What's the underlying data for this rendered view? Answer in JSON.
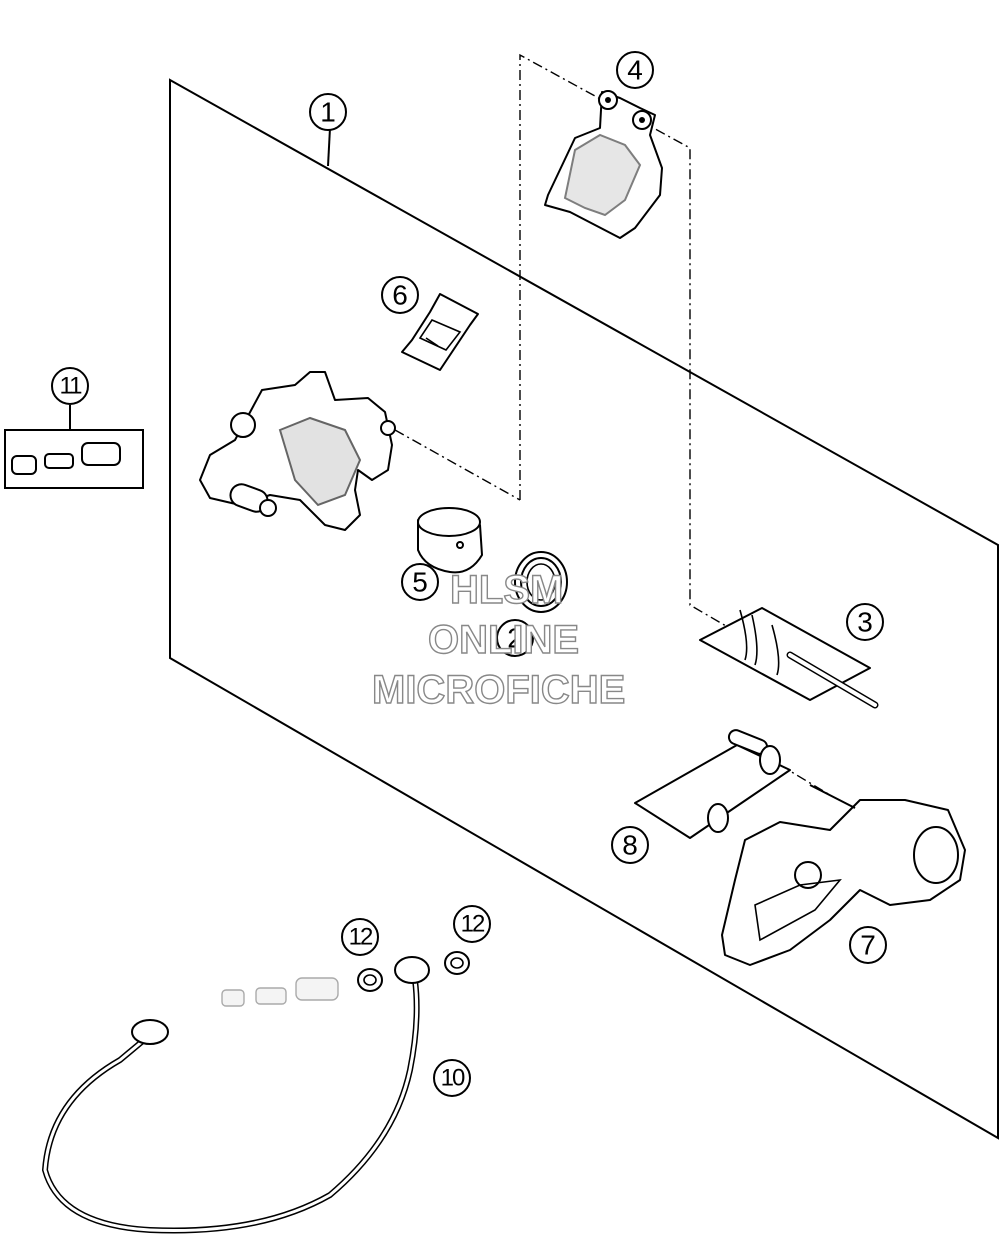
{
  "callouts": [
    {
      "id": "c1",
      "label": "1"
    },
    {
      "id": "c2",
      "label": "2"
    },
    {
      "id": "c3",
      "label": "3"
    },
    {
      "id": "c4",
      "label": "4"
    },
    {
      "id": "c5",
      "label": "5"
    },
    {
      "id": "c6",
      "label": "6"
    },
    {
      "id": "c7",
      "label": "7"
    },
    {
      "id": "c8",
      "label": "8"
    },
    {
      "id": "c10",
      "label": "10"
    },
    {
      "id": "c11",
      "label": "11"
    },
    {
      "id": "c12a",
      "label": "12"
    },
    {
      "id": "c12b",
      "label": "12"
    }
  ],
  "watermark": {
    "line1": "HLSM",
    "line2": "ONLINE",
    "line3": "MICROFICHE"
  }
}
